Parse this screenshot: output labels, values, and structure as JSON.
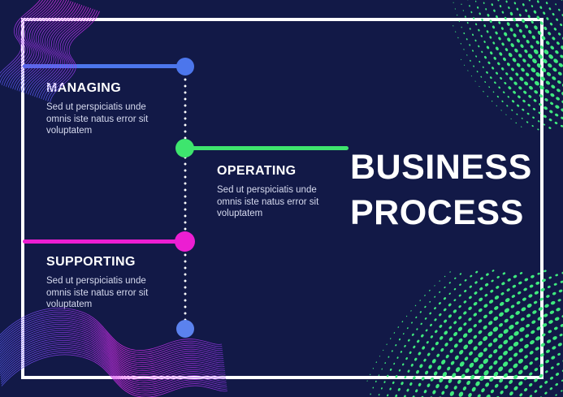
{
  "slide": {
    "background_color": "#121947",
    "frame_color": "#FFFFFF",
    "title_color": "#FFFFFF",
    "body_text_color": "#D6DAEF",
    "title_line1": "BUSINESS",
    "title_line2": "PROCESS"
  },
  "timeline": {
    "dotted_line_color": "#FFFFFF",
    "end_node_color": "#5B82EE",
    "nodes": [
      {
        "heading": "MANAGING",
        "accent_color": "#4C76EC",
        "body_lines": [
          "Sed ut perspiciatis unde",
          "omnis iste natus error sit",
          "voluptatem"
        ]
      },
      {
        "heading": "OPERATING",
        "accent_color": "#3EE56E",
        "body_lines": [
          "Sed ut perspiciatis unde",
          "omnis iste natus error sit",
          "voluptatem"
        ]
      },
      {
        "heading": "SUPPORTING",
        "accent_color": "#EC1ED2",
        "body_lines": [
          "Sed ut perspiciatis unde",
          "omnis iste natus error sit",
          "voluptatem"
        ]
      }
    ]
  },
  "decorations": {
    "halftone_color": "#3FE97E",
    "wave_colors": {
      "blue": "#5558EE",
      "violet": "#9B35E6",
      "magenta": "#DF2BE8",
      "purple": "#8A35E0"
    }
  }
}
